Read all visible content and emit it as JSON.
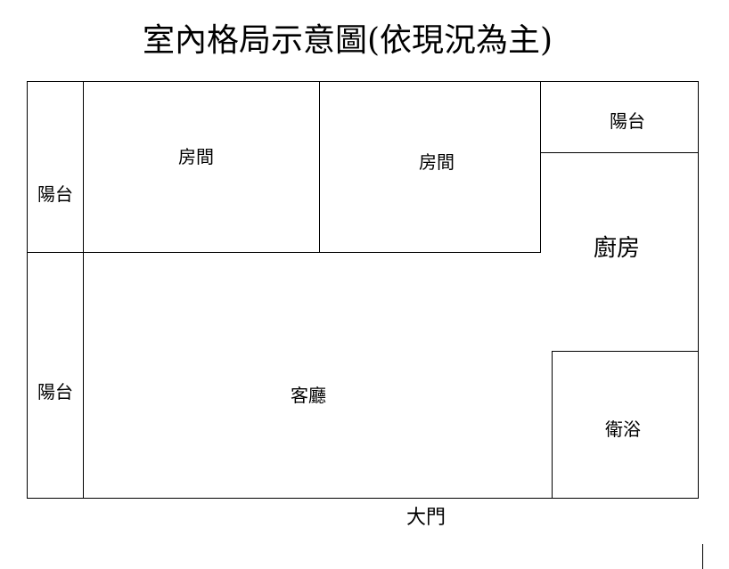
{
  "title": "室內格局示意圖(依現況為主)",
  "rooms": {
    "balcony_left_top": "陽台",
    "room_1": "房間",
    "room_2": "房間",
    "balcony_right_top": "陽台",
    "balcony_left_bottom": "陽台",
    "kitchen": "廚房",
    "living_room": "客廳",
    "bathroom": "衛浴",
    "main_door": "大門"
  }
}
